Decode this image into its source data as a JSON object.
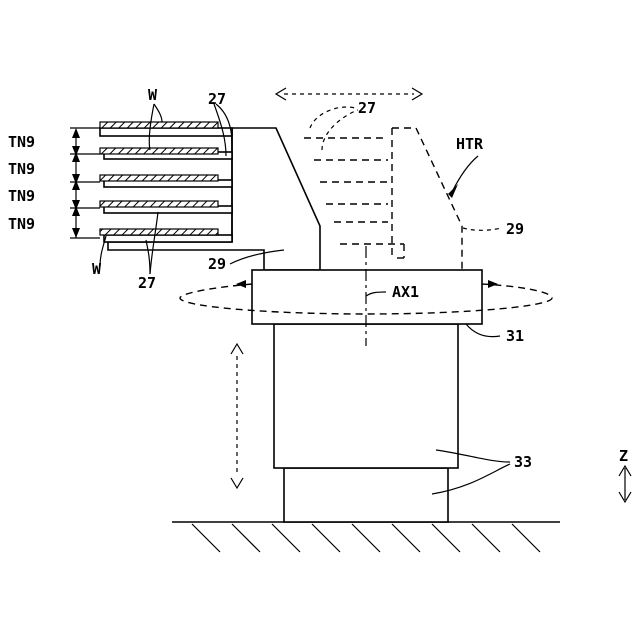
{
  "labels": {
    "wafer_top": "W",
    "wafer_bottom": "W",
    "hand_top": "27",
    "hand_bottom": "27",
    "hand_retracted": "27",
    "pitch": "TN9",
    "hand_body_left": "29",
    "hand_body_right": "29",
    "transfer_hand": "HTR",
    "rotation_axis": "AX1",
    "rotary_base": "31",
    "lift_unit": "33",
    "z_axis": "Z"
  }
}
